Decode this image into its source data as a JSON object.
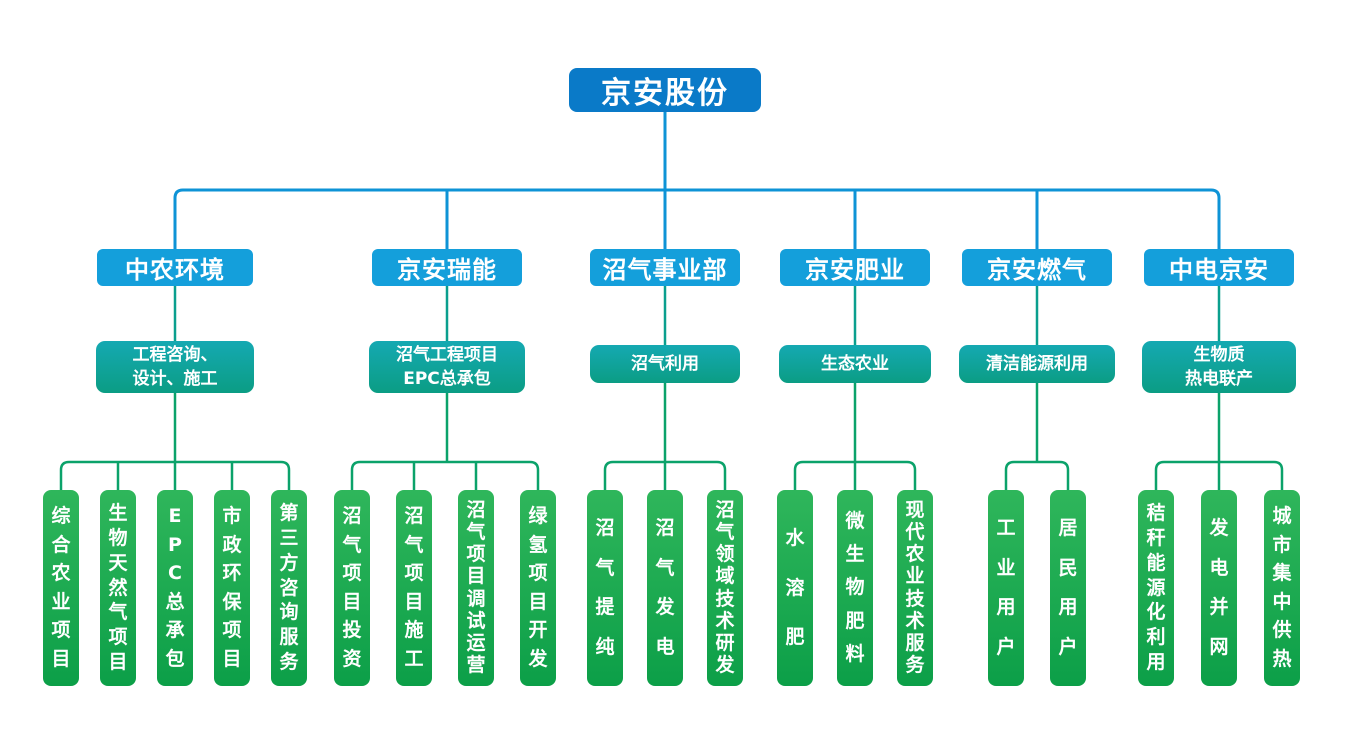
{
  "root": {
    "label": "京安股份"
  },
  "divisions": [
    {
      "label": "中农环境",
      "scope": "工程咨询、\n设计、施工",
      "children": [
        "综合农业项目",
        "生物天然气项目",
        "EPC总承包",
        "市政环保项目",
        "第三方咨询服务"
      ]
    },
    {
      "label": "京安瑞能",
      "scope": "沼气工程项目\nEPC总承包",
      "children": [
        "沼气项目投资",
        "沼气项目施工",
        "沼气项目调试运营",
        "绿氢项目开发"
      ]
    },
    {
      "label": "沼气事业部",
      "scope": "沼气利用",
      "children": [
        "沼气提纯",
        "沼气发电",
        "沼气领域技术研发"
      ]
    },
    {
      "label": "京安肥业",
      "scope": "生态农业",
      "children": [
        "水溶肥",
        "微生物肥料",
        "现代农业技术服务"
      ]
    },
    {
      "label": "京安燃气",
      "scope": "清洁能源利用",
      "children": [
        "工业用户",
        "居民用户"
      ]
    },
    {
      "label": "中电京安",
      "scope": "生物质\n热电联产",
      "children": [
        "秸秆能源化利用",
        "发电并网",
        "城市集中供热"
      ]
    }
  ],
  "colors": {
    "background": "#ffffff",
    "text": "#ffffff",
    "root_fill": "#0a7ac8",
    "division_fill": "#149fdb",
    "blue_line": "#0e93d6",
    "scope_top": "#15a9b2",
    "scope_bottom": "#0b9d84",
    "teal_line": "#0a9f8e",
    "green_line": "#0ba26a",
    "business_top": "#2fb65b",
    "business_bottom": "#0c9f48"
  }
}
